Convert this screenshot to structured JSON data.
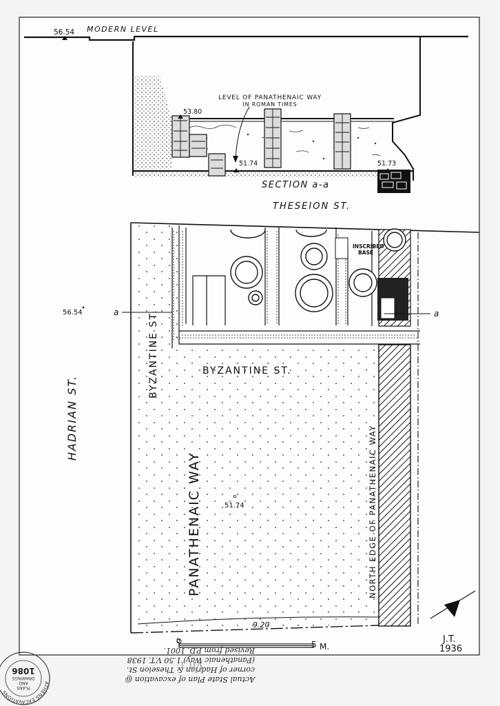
{
  "section": {
    "modern_level": "MODERN LEVEL",
    "modern_level_elev": "56.54",
    "roman_level_line1": "LEVEL OF PANATHENAIC WAY",
    "roman_level_line2": "IN ROMAN TIMES",
    "elev_left": "53.80",
    "elev_floor": "51.74",
    "elev_right": "51.73",
    "section_title": "SECTION a-a",
    "street": "THESEION ST."
  },
  "plan": {
    "hadrian_st": "HADRIAN ST.",
    "hadrian_elev": "56.54",
    "marker_a_left": "a",
    "marker_a_right": "a",
    "byzantine_vertical": "BYZANTINE ST.",
    "byzantine_horizontal": "BYZANTINE ST.",
    "panathenaic_way": "PANATHENAIC WAY",
    "panathenaic_elev": "51.74",
    "north_edge": "NORTH EDGE OF PANATHENAIC WAY",
    "inscribed_base_line1": "INSCRIBED",
    "inscribed_base_line2": "BASE",
    "width_dim": "9.20",
    "scale_zero": "0",
    "scale_five": "5",
    "scale_unit": "M.",
    "initials": "J.T.",
    "year": "1936"
  },
  "stamp": {
    "text_top": "ATHENS EXCAVATIONS",
    "line1": "PLANS",
    "line2": "AND",
    "line3": "DRAWINGS",
    "number": "1086"
  },
  "note": {
    "line1": "Actual State Plan of excavation @",
    "line2": "corner of Hadrian & Theseion St.",
    "line3": "(Panathenaic Way) 1.50 V.T. 1938",
    "line4": "Revised from P.D. 1001.",
    "pencil": "VII 1"
  }
}
